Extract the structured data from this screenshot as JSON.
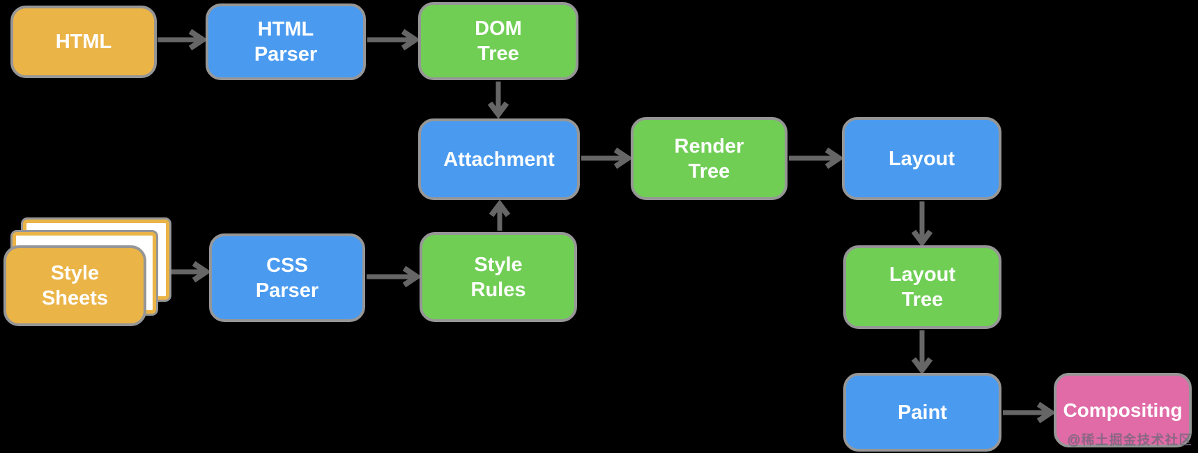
{
  "colors": {
    "yellow": "#EBB447",
    "blue": "#4A9BF0",
    "green": "#70CE55",
    "pink": "#E06BA7",
    "arrow": "#666666",
    "outline": "#969696",
    "bg": "#000000"
  },
  "nodes": {
    "html": {
      "label": "HTML",
      "color": "yellow"
    },
    "html_parser": {
      "label": "HTML\nParser",
      "color": "blue"
    },
    "dom_tree": {
      "label": "DOM\nTree",
      "color": "green"
    },
    "attachment": {
      "label": "Attachment",
      "color": "blue"
    },
    "render_tree": {
      "label": "Render\nTree",
      "color": "green"
    },
    "layout": {
      "label": "Layout",
      "color": "blue"
    },
    "style_sheets": {
      "label": "Style\nSheets",
      "color": "yellow"
    },
    "css_parser": {
      "label": "CSS\nParser",
      "color": "blue"
    },
    "style_rules": {
      "label": "Style\nRules",
      "color": "green"
    },
    "layout_tree": {
      "label": "Layout\nTree",
      "color": "green"
    },
    "paint": {
      "label": "Paint",
      "color": "blue"
    },
    "compositing": {
      "label": "Compositing",
      "color": "pink"
    }
  },
  "edges": [
    {
      "from": "html",
      "to": "html_parser"
    },
    {
      "from": "html_parser",
      "to": "dom_tree"
    },
    {
      "from": "dom_tree",
      "to": "attachment"
    },
    {
      "from": "style_sheets",
      "to": "css_parser"
    },
    {
      "from": "css_parser",
      "to": "style_rules"
    },
    {
      "from": "style_rules",
      "to": "attachment"
    },
    {
      "from": "attachment",
      "to": "render_tree"
    },
    {
      "from": "render_tree",
      "to": "layout"
    },
    {
      "from": "layout",
      "to": "layout_tree"
    },
    {
      "from": "layout_tree",
      "to": "paint"
    },
    {
      "from": "paint",
      "to": "compositing"
    }
  ],
  "watermark": "@稀土掘金技术社区"
}
